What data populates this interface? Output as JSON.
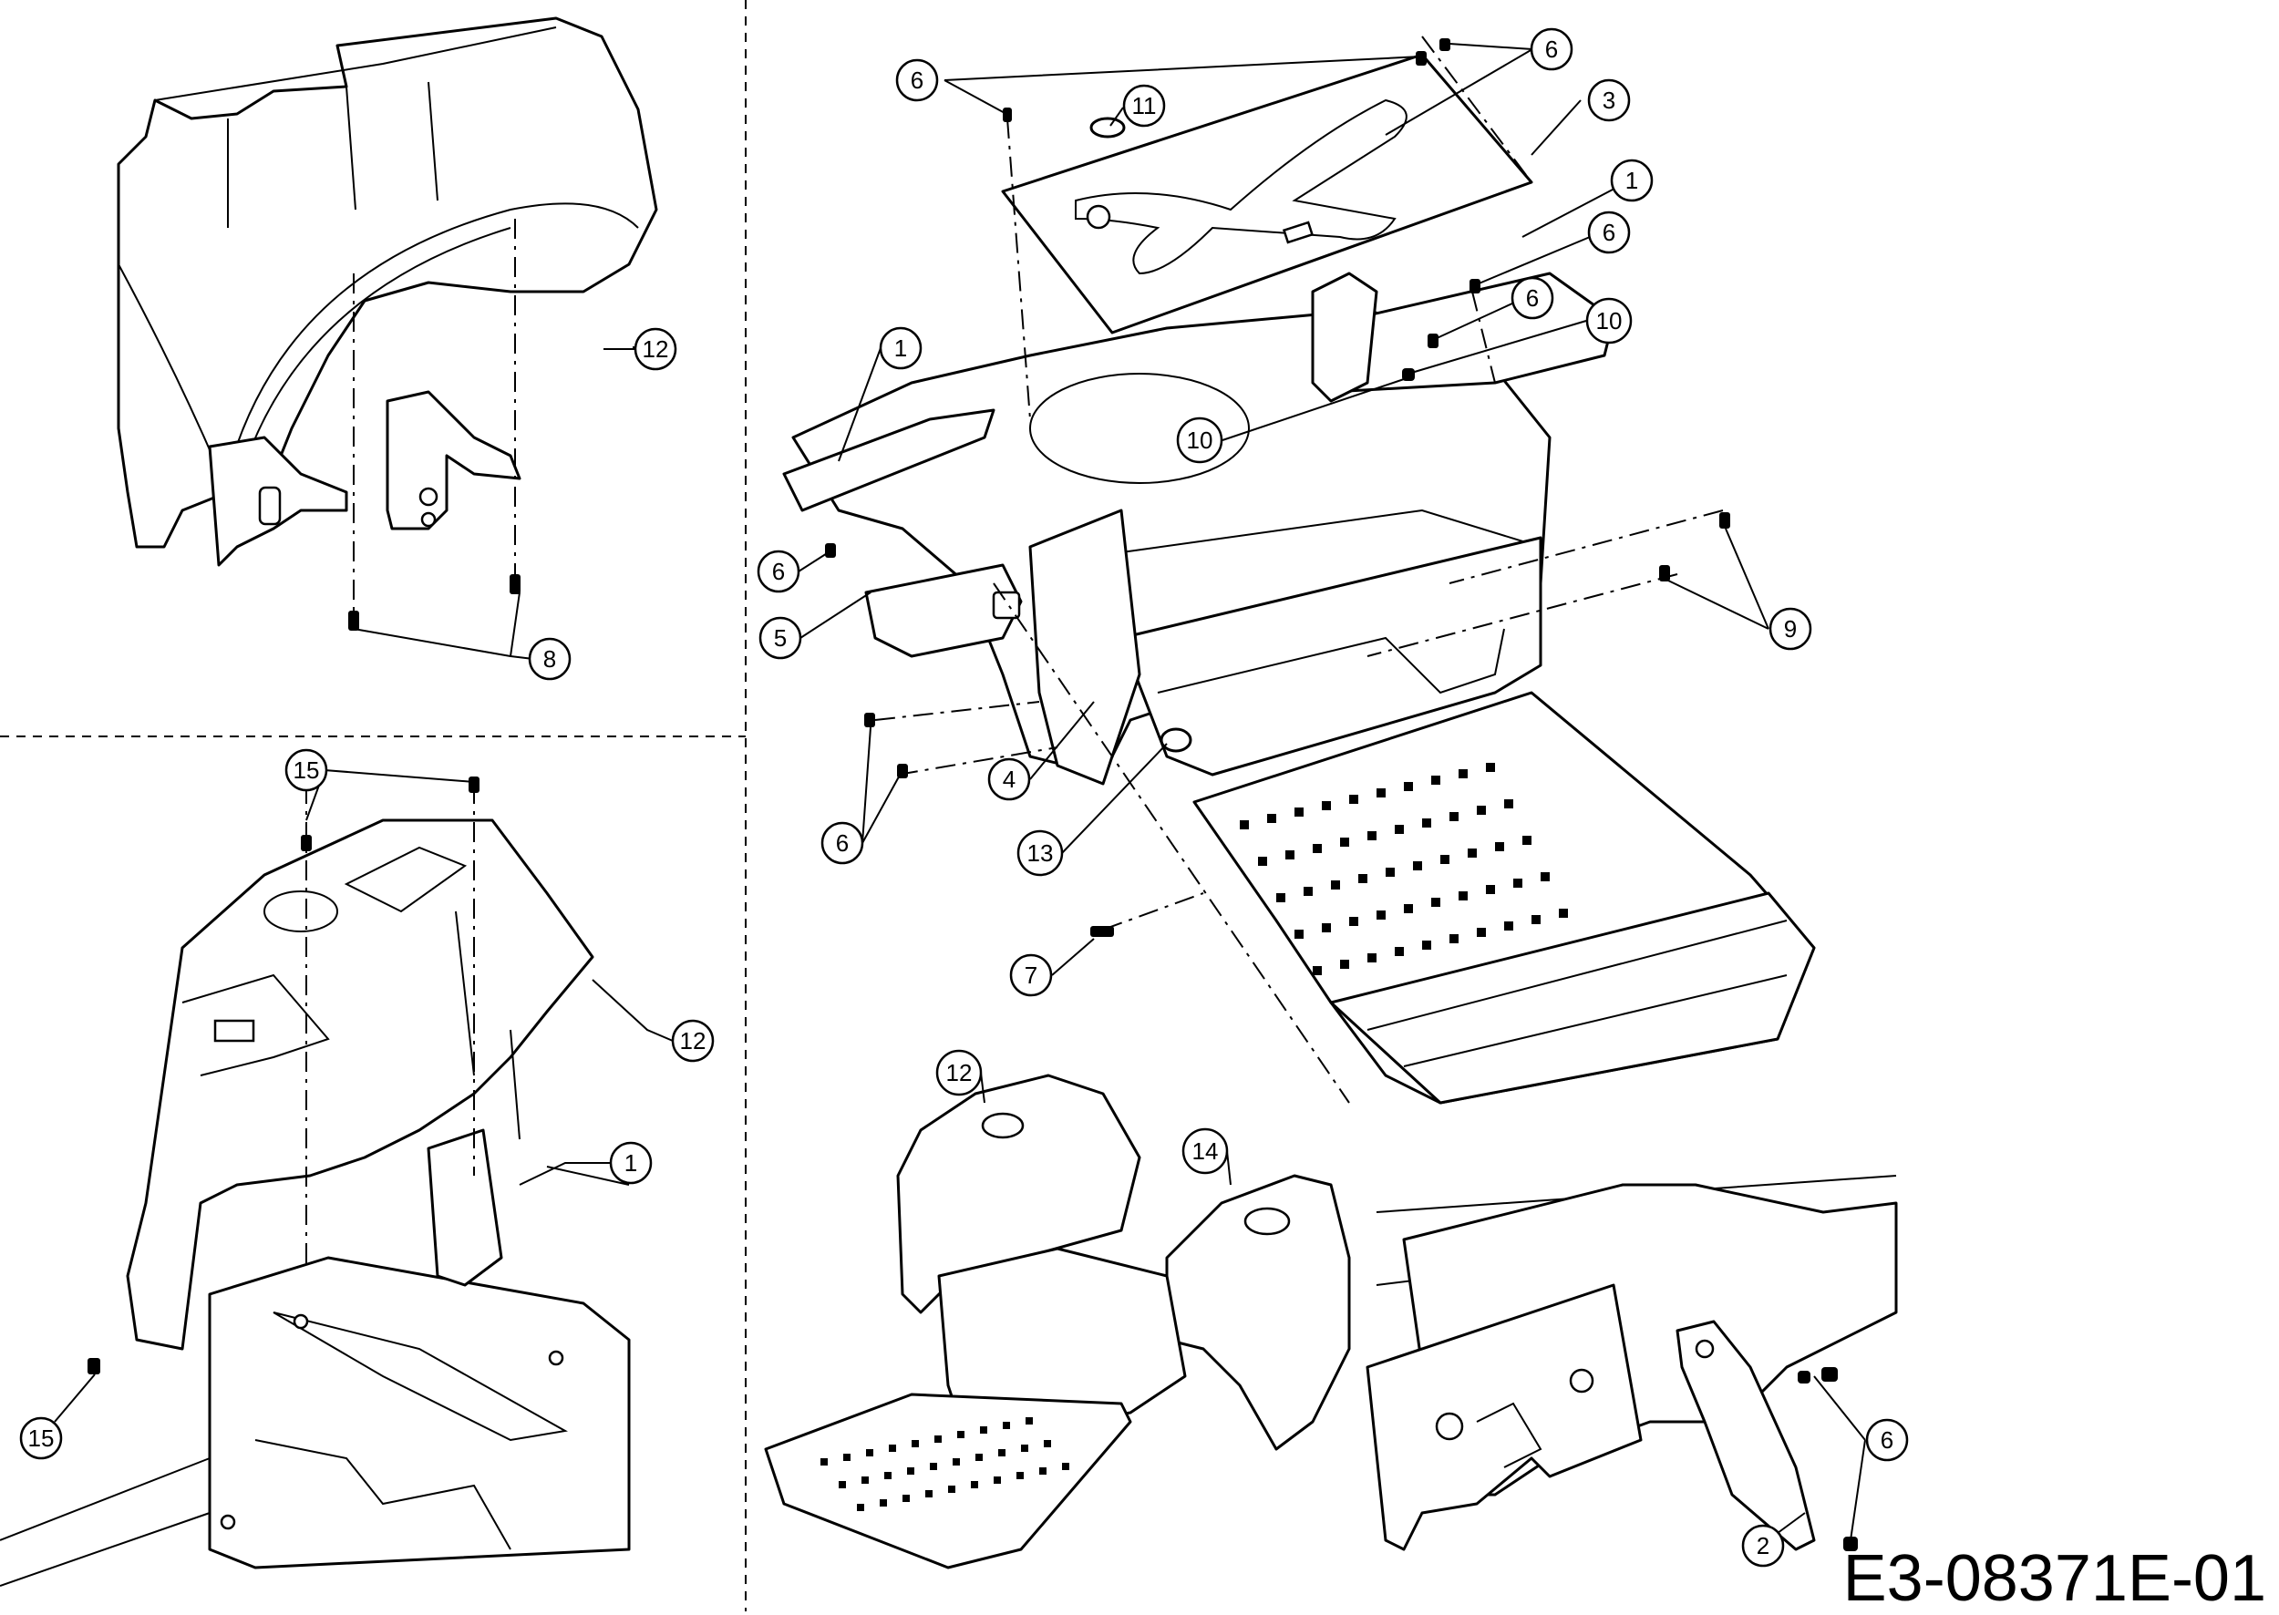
{
  "figure_code": "E3-08371E-01",
  "callouts": [
    {
      "id": "c-12-a",
      "label": "12"
    },
    {
      "id": "c-8",
      "label": "8"
    },
    {
      "id": "c-15-a",
      "label": "15"
    },
    {
      "id": "c-12-b",
      "label": "12"
    },
    {
      "id": "c-1-a",
      "label": "1"
    },
    {
      "id": "c-15-b",
      "label": "15"
    },
    {
      "id": "c-6-a",
      "label": "6"
    },
    {
      "id": "c-11",
      "label": "11"
    },
    {
      "id": "c-6-b",
      "label": "6"
    },
    {
      "id": "c-3",
      "label": "3"
    },
    {
      "id": "c-1-b",
      "label": "1"
    },
    {
      "id": "c-6-c",
      "label": "6"
    },
    {
      "id": "c-6-d",
      "label": "6"
    },
    {
      "id": "c-10-a",
      "label": "10"
    },
    {
      "id": "c-1-c",
      "label": "1"
    },
    {
      "id": "c-10-b",
      "label": "10"
    },
    {
      "id": "c-6-e",
      "label": "6"
    },
    {
      "id": "c-5",
      "label": "5"
    },
    {
      "id": "c-9",
      "label": "9"
    },
    {
      "id": "c-4",
      "label": "4"
    },
    {
      "id": "c-6-f",
      "label": "6"
    },
    {
      "id": "c-13",
      "label": "13"
    },
    {
      "id": "c-7",
      "label": "7"
    },
    {
      "id": "c-12-c",
      "label": "12"
    },
    {
      "id": "c-14",
      "label": "14"
    },
    {
      "id": "c-6-g",
      "label": "6"
    },
    {
      "id": "c-2",
      "label": "2"
    }
  ]
}
